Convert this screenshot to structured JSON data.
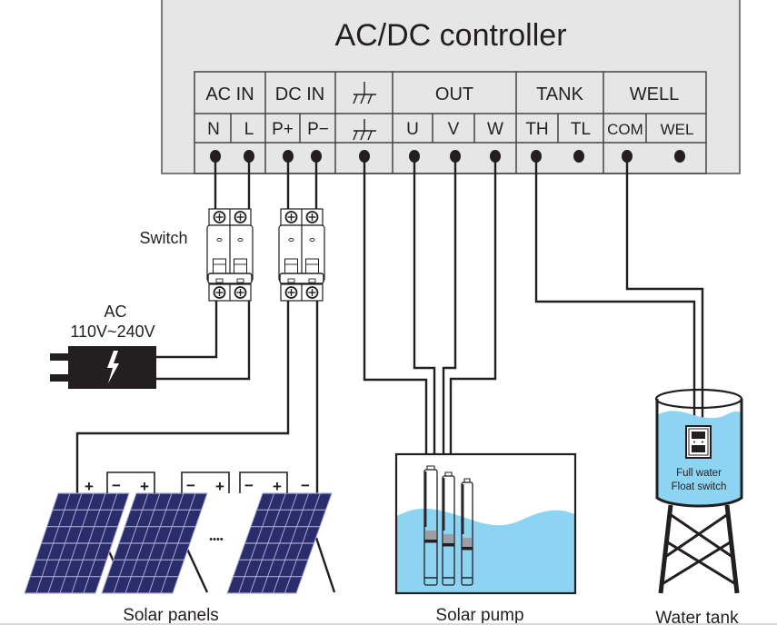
{
  "controller": {
    "title": "AC/DC controller",
    "groups": [
      {
        "key": "ac_in",
        "label": "AC IN",
        "terminals": [
          "N",
          "L"
        ]
      },
      {
        "key": "dc_in",
        "label": "DC IN",
        "terminals": [
          "P+",
          "P−"
        ]
      },
      {
        "key": "ground",
        "label": "",
        "icon": "ground-icon",
        "terminals": [
          ""
        ]
      },
      {
        "key": "out",
        "label": "OUT",
        "terminals": [
          "U",
          "V",
          "W"
        ]
      },
      {
        "key": "tank",
        "label": "TANK",
        "terminals": [
          "TH",
          "TL"
        ]
      },
      {
        "key": "well",
        "label": "WELL",
        "terminals": [
          "COM",
          "WEL"
        ]
      }
    ]
  },
  "labels": {
    "switch": "Switch",
    "ac_source_line1": "AC",
    "ac_source_line2": "110V~240V",
    "solar_panels": "Solar panels",
    "solar_pump": "Solar pump",
    "water_tank": "Water tank",
    "float_switch_line1": "Full water",
    "float_switch_line2": "Float switch",
    "panel_ellipsis": "••••"
  },
  "panel_polarity": {
    "first_plus": "+",
    "series_links": [
      [
        "−",
        "+"
      ],
      [
        "−",
        "+"
      ],
      [
        "−",
        "+"
      ]
    ],
    "last_minus": "−"
  },
  "colors": {
    "controller_fill": "#e6e6e7",
    "line": "#231f20",
    "water": "#8dd4f3",
    "panel": "#2a2c6c",
    "panel_grid": "#a7a9d2"
  }
}
